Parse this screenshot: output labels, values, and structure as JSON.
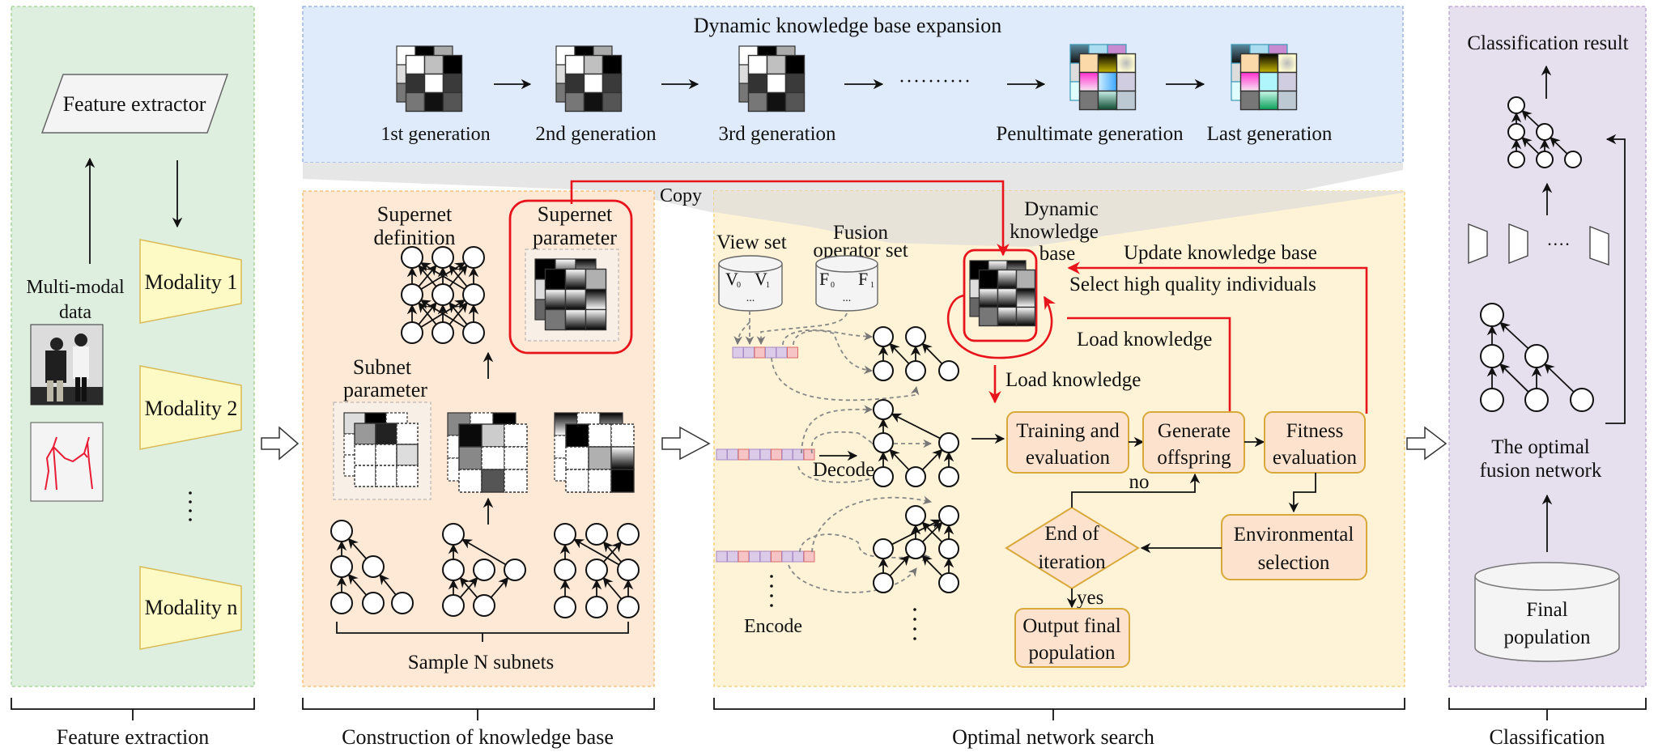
{
  "stages": {
    "feature_extraction": {
      "label": "Feature extraction",
      "feature_extractor": "Feature extractor",
      "multimodal_data": [
        "Multi-modal",
        "data"
      ],
      "modalities": [
        "Modality 1",
        "Modality 2",
        "Modality n"
      ],
      "ellipsis": "⋮"
    },
    "knowledge_base_construction": {
      "label": "Construction of knowledge base",
      "supernet_definition": [
        "Supernet",
        "definition"
      ],
      "supernet_parameter": [
        "Supernet",
        "parameter"
      ],
      "subnet_parameter": [
        "Subnet",
        "parameter"
      ],
      "sample_subnets": "Sample N subnets"
    },
    "expansion": {
      "title": "Dynamic knowledge base expansion",
      "generations": [
        "1st generation",
        "2nd generation",
        "3rd generation",
        "Penultimate generation",
        "Last generation"
      ],
      "ellipsis": "··········",
      "copy_label": "Copy"
    },
    "optimal_network_search": {
      "label": "Optimal network search",
      "view_set": "View set",
      "view_set_items": [
        "V",
        "0",
        "V",
        "1",
        "..."
      ],
      "fusion_operator_set": [
        "Fusion",
        "operator set"
      ],
      "fusion_items": [
        "F",
        "0",
        "F",
        "1",
        "..."
      ],
      "decode": "Decode",
      "encode": "Encode",
      "dynamic_kb": [
        "Dynamic",
        "knowledge",
        "base"
      ],
      "update_kb": "Update knowledge base",
      "select_high_quality": "Select high quality individuals",
      "load_knowledge_1": "Load knowledge",
      "load_knowledge_2": "Load knowledge",
      "training": [
        "Training and",
        "evaluation"
      ],
      "generate_offspring": [
        "Generate",
        "offspring"
      ],
      "fitness": [
        "Fitness",
        "evaluation"
      ],
      "environmental": [
        "Environmental",
        "selection"
      ],
      "end_iteration": [
        "End of",
        "iteration"
      ],
      "output_final": [
        "Output final",
        "population"
      ],
      "no": "no",
      "yes": "yes"
    },
    "classification": {
      "label": "Classification",
      "result": "Classification result",
      "optimal_network": [
        "The optimal",
        "fusion network"
      ],
      "final_population": [
        "Final",
        "population"
      ],
      "dots": "····"
    }
  },
  "colors": {
    "green_panel": "#deeedf",
    "blue_panel": "#dfebfa",
    "orange_panel": "#fde9d6",
    "yellow_panel": "#fef3d7",
    "purple_panel": "#e6dfee",
    "highlight_red": "#e8141c",
    "process_fill": "#fde3cd",
    "modality_fill": "#fefac6"
  }
}
